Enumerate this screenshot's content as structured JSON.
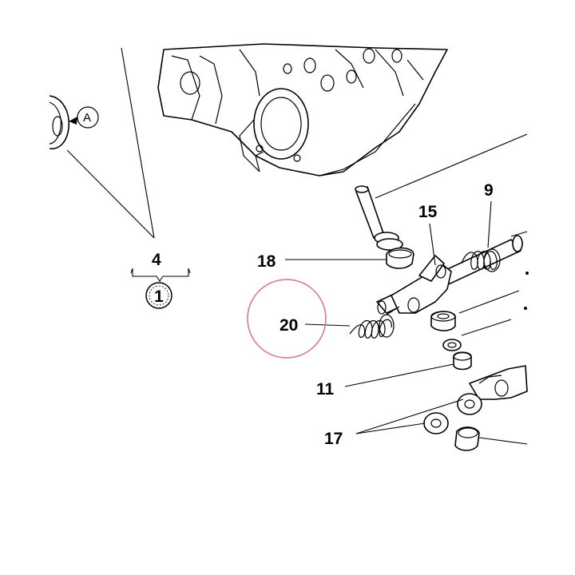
{
  "callouts": {
    "ref_a": "A",
    "group": "4",
    "group_sub": "1",
    "c18": "18",
    "c15": "15",
    "c9": "9",
    "c20": "20",
    "c11": "11",
    "c17": "17"
  },
  "colors": {
    "highlight_circle": "#d9737b",
    "line": "#000000"
  }
}
